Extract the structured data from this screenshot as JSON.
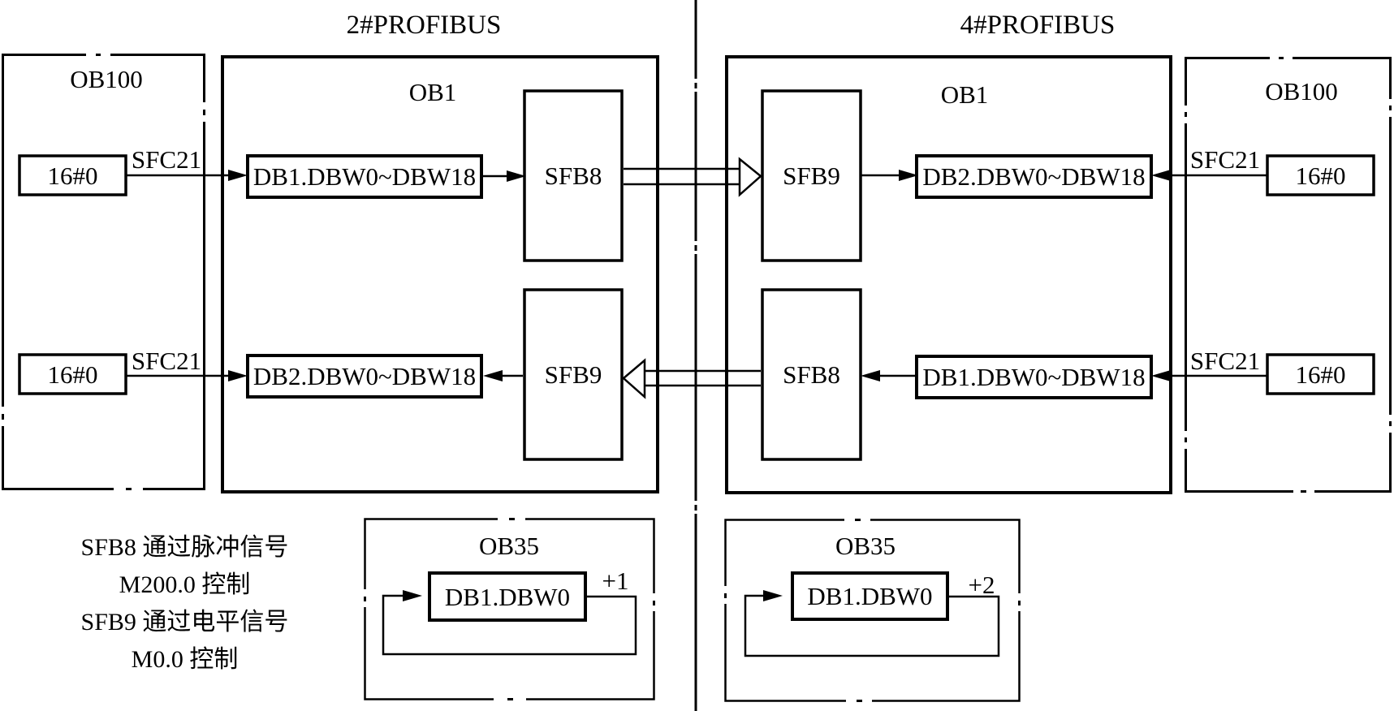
{
  "titles": {
    "left_bus": "2#PROFIBUS",
    "right_bus": "4#PROFIBUS"
  },
  "left_station": {
    "ob100": {
      "label": "OB100",
      "init_top": "16#0",
      "init_bottom": "16#0",
      "sfc_top": "SFC21",
      "sfc_bottom": "SFC21"
    },
    "ob1": {
      "label": "OB1",
      "send_db": "DB1.DBW0~DBW18",
      "send_block": "SFB8",
      "recv_block": "SFB9",
      "recv_db": "DB2.DBW0~DBW18"
    },
    "ob35": {
      "label": "OB35",
      "counter_db": "DB1.DBW0",
      "increment": "+1"
    }
  },
  "right_station": {
    "ob100": {
      "label": "OB100",
      "init_top": "16#0",
      "init_bottom": "16#0",
      "sfc_top": "SFC21",
      "sfc_bottom": "SFC21"
    },
    "ob1": {
      "label": "OB1",
      "recv_block": "SFB9",
      "recv_db": "DB2.DBW0~DBW18",
      "send_block": "SFB8",
      "send_db": "DB1.DBW0~DBW18"
    },
    "ob35": {
      "label": "OB35",
      "counter_db": "DB1.DBW0",
      "increment": "+2"
    }
  },
  "notes": {
    "line1": "SFB8 通过脉冲信号",
    "line2": "M200.0 控制",
    "line3": "SFB9 通过电平信号",
    "line4": "M0.0 控制"
  },
  "colors": {
    "ink": "#000000",
    "background": "#ffffff"
  }
}
